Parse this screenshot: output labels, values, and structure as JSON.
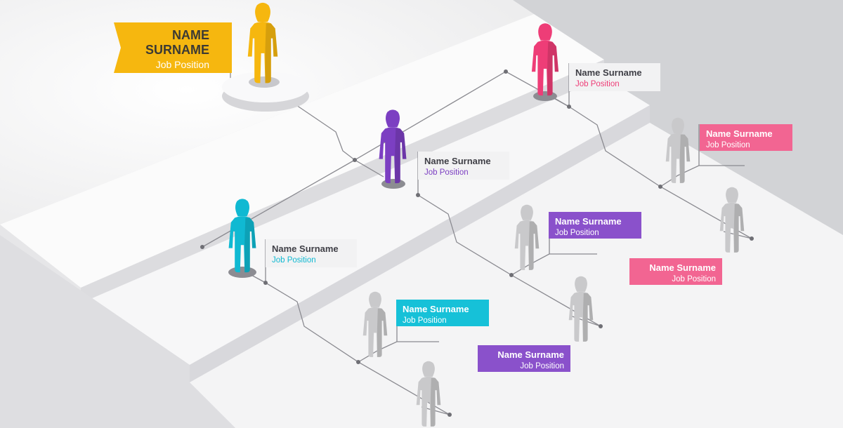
{
  "root": {
    "name_line1": "NAME",
    "name_line2": "SURNAME",
    "position": "Job Position",
    "color": "#f6b70f"
  },
  "labels": [
    {
      "id": "pink",
      "name": "Name Surname",
      "position": "Job Position",
      "color": "#ee3d77",
      "style": "light"
    },
    {
      "id": "purple",
      "name": "Name Surname",
      "position": "Job Position",
      "color": "#7c3fc2",
      "style": "light"
    },
    {
      "id": "cyan",
      "name": "Name Surname",
      "position": "Job Position",
      "color": "#10b9d2",
      "style": "light"
    },
    {
      "id": "pink-1",
      "name": "Name Surname",
      "position": "Job Position",
      "color": "#f26592",
      "style": "solid"
    },
    {
      "id": "pink-2",
      "name": "Name Surname",
      "position": "Job Position",
      "color": "#f26592",
      "style": "solid"
    },
    {
      "id": "purple-1",
      "name": "Name Surname",
      "position": "Job Position",
      "color": "#8a51cb",
      "style": "solid"
    },
    {
      "id": "purple-2",
      "name": "Name Surname",
      "position": "Job Position",
      "color": "#8a51cb",
      "style": "solid"
    },
    {
      "id": "cyan-1",
      "name": "Name Surname",
      "position": "Job Position",
      "color": "#16c1d8",
      "style": "solid"
    }
  ],
  "figure_colors": {
    "root": "#f6b70f",
    "pink": "#ee3d77",
    "purple": "#7c3fc2",
    "cyan": "#10b9d2",
    "gray": "#c9c9cb"
  }
}
